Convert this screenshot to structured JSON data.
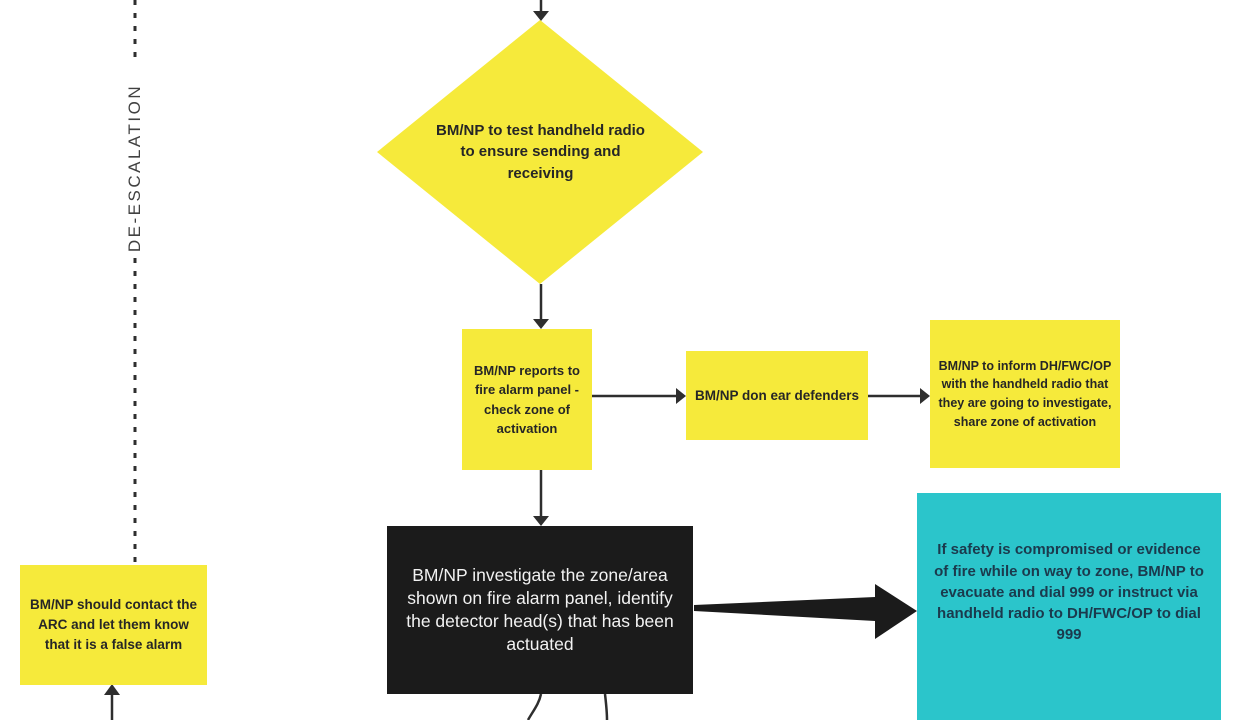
{
  "diagram": {
    "kind": "flowchart",
    "lane_label": "DE-ESCALATION",
    "nodes": {
      "test_radio": {
        "shape": "diamond",
        "label": "BM/NP to test handheld radio to ensure sending and receiving"
      },
      "reports_panel": {
        "shape": "rectangle",
        "label": "BM/NP reports to fire alarm panel - check zone of activation"
      },
      "ear_defenders": {
        "shape": "rectangle",
        "label": "BM/NP don ear defenders"
      },
      "inform_radio": {
        "shape": "rectangle",
        "label": "BM/NP to inform DH/FWC/OP with the handheld radio that they are going to investigate,  share zone of activation"
      },
      "investigate_zone": {
        "shape": "rectangle-dark",
        "label": "BM/NP investigate the zone/area shown on  fire alarm panel, identify the detector head(s) that has been actuated"
      },
      "safety_alert": {
        "shape": "rectangle-alert",
        "label": "If safety is compromised or evidence of fire while on way to zone, BM/NP to evacuate and dial 999 or instruct via handheld radio to DH/FWC/OP to dial 999"
      },
      "contact_arc": {
        "shape": "rectangle",
        "label": "BM/NP should contact the ARC and let them know that it is a false alarm"
      }
    },
    "edges": [
      {
        "from": "offscreen-top",
        "to": "test_radio",
        "style": "solid-arrow"
      },
      {
        "from": "test_radio",
        "to": "reports_panel",
        "style": "solid-arrow"
      },
      {
        "from": "reports_panel",
        "to": "ear_defenders",
        "style": "solid-arrow"
      },
      {
        "from": "ear_defenders",
        "to": "inform_radio",
        "style": "solid-arrow"
      },
      {
        "from": "reports_panel",
        "to": "investigate_zone",
        "style": "solid-arrow"
      },
      {
        "from": "investigate_zone",
        "to": "safety_alert",
        "style": "bold-tapered-arrow"
      },
      {
        "from": "investigate_zone",
        "to": "offscreen-bottom",
        "style": "plain-lines"
      },
      {
        "from": "offscreen-bottom",
        "to": "contact_arc",
        "style": "solid-arrow"
      },
      {
        "from": "offscreen-top",
        "to": "contact_arc",
        "style": "dashed-line"
      }
    ],
    "colors": {
      "yellow": "#F6EA3B",
      "cyan": "#2BC5CB",
      "dark_box": "#1B1B1B",
      "line": "#2E2E2E",
      "text_dark": "#262626",
      "text_light": "#F2F2F2",
      "text_alert": "#1B3A4D",
      "lane_text": "#414141",
      "background": "#FFFFFF"
    }
  }
}
